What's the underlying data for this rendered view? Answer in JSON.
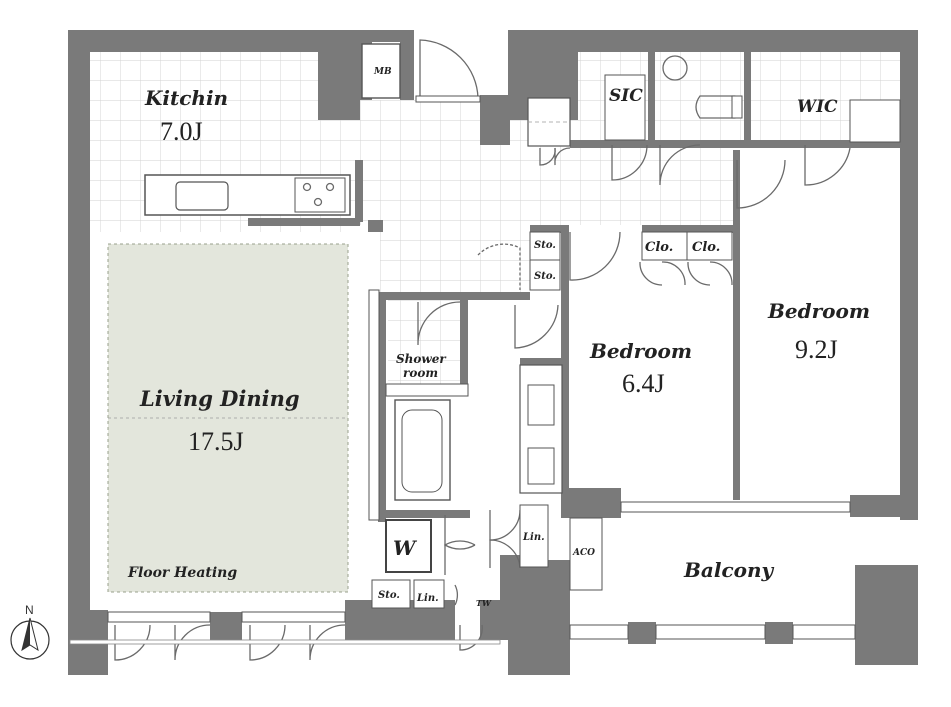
{
  "rooms": {
    "kitchen": {
      "name": "Kitchin",
      "area": "7.0J"
    },
    "living_dining": {
      "name": "Living Dining",
      "area": "17.5J"
    },
    "bedroom_center": {
      "name": "Bedroom",
      "area": "6.4J"
    },
    "bedroom_right": {
      "name": "Bedroom",
      "area": "9.2J"
    },
    "balcony": {
      "name": "Balcony"
    },
    "shower_room": {
      "name": "Shower\nroom"
    }
  },
  "labels": {
    "mb": "MB",
    "sic": "SIC",
    "wic": "WIC",
    "sto_top": "Sto.",
    "sto_mid": "Sto.",
    "sto_bottom": "Sto.",
    "clo_left": "Clo.",
    "clo_right": "Clo.",
    "lin_right": "Lin.",
    "lin_bottom": "Lin.",
    "washer": "W",
    "aco": "ACO",
    "tw": "TW",
    "floor_heating": "Floor Heating",
    "compass_north": "N"
  },
  "colors": {
    "wall": "#7a7a7a",
    "floor_heating": "#e3e6dc",
    "tile_line": "#d4d4d4"
  }
}
